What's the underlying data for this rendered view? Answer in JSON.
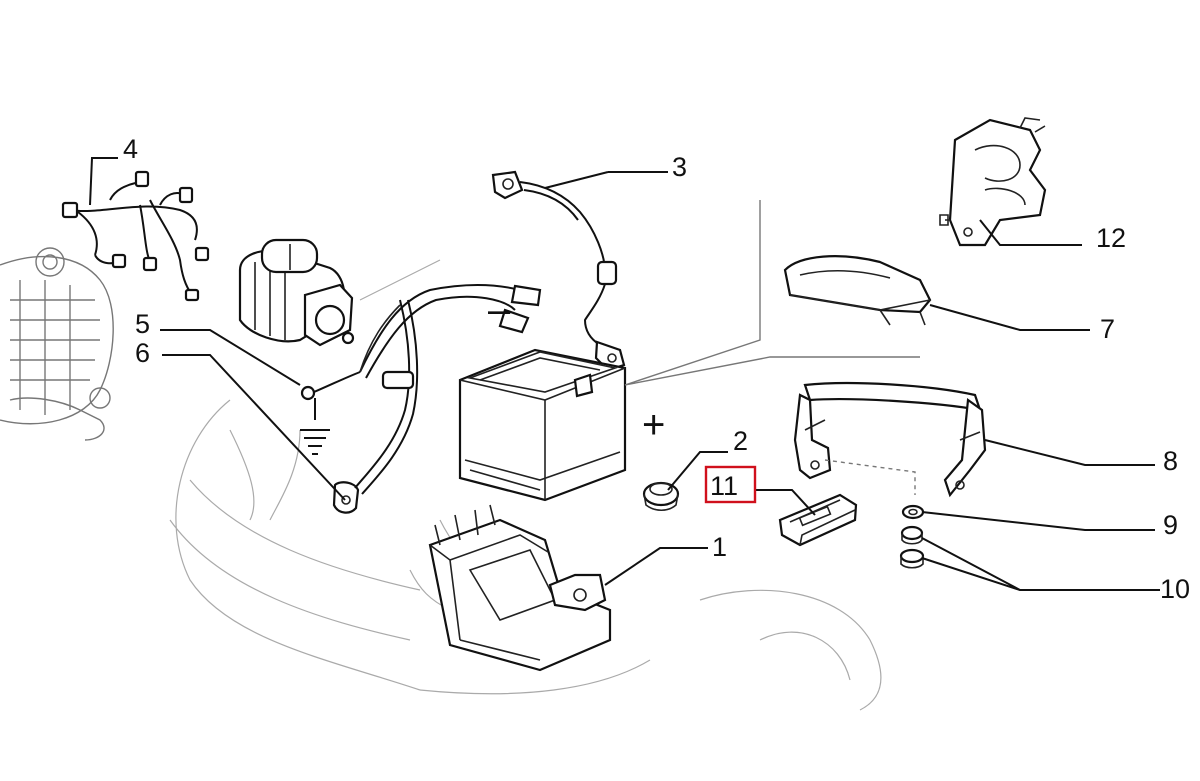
{
  "callouts": {
    "c1": "1",
    "c2": "2",
    "c3": "3",
    "c4": "4",
    "c5": "5",
    "c6": "6",
    "c7": "7",
    "c8": "8",
    "c9": "9",
    "c10": "10",
    "c11": "11",
    "c12": "12"
  },
  "terminals": {
    "positive": "+",
    "negative": "–"
  },
  "highlight": {
    "callout": "11",
    "color": "#d0101c"
  },
  "colors": {
    "line": "#111111",
    "background": "#ffffff"
  }
}
